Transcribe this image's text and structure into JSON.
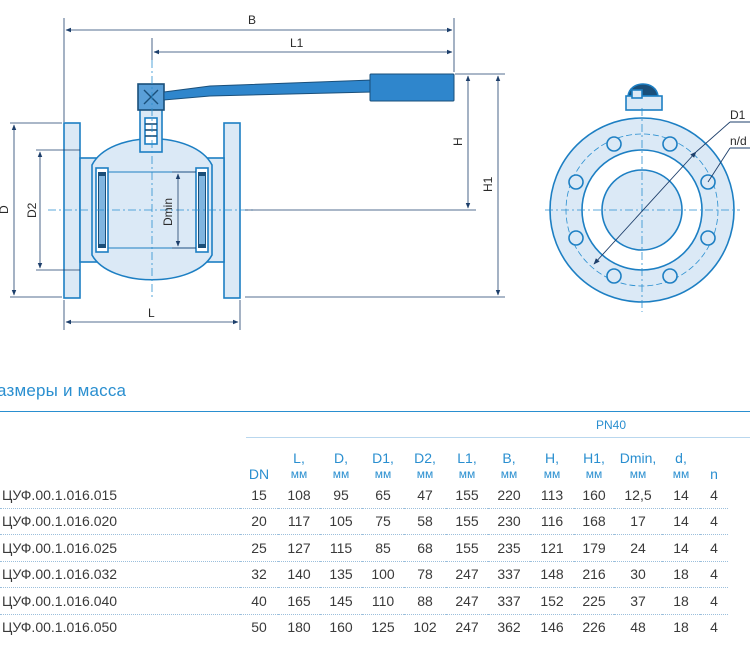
{
  "drawing": {
    "labels": {
      "B": "B",
      "L1": "L1",
      "H": "H",
      "H1": "H1",
      "D": "D",
      "D2": "D2",
      "Dmin": "Dmin",
      "L": "L",
      "D1": "D1",
      "nd": "n/d"
    },
    "colors": {
      "line": "#1d7fc3",
      "body": "#dbe9f6",
      "handle": "#2f86cc",
      "dark": "#1a4f7a",
      "axis": "#2a8fd0"
    }
  },
  "section": {
    "title": "азмеры и масса"
  },
  "table": {
    "pressure_label": "PN40",
    "headers": [
      {
        "top": "DN",
        "unit": ""
      },
      {
        "top": "L,",
        "unit": "мм"
      },
      {
        "top": "D,",
        "unit": "мм"
      },
      {
        "top": "D1,",
        "unit": "мм"
      },
      {
        "top": "D2,",
        "unit": "мм"
      },
      {
        "top": "L1,",
        "unit": "мм"
      },
      {
        "top": "B,",
        "unit": "мм"
      },
      {
        "top": "H,",
        "unit": "мм"
      },
      {
        "top": "H1,",
        "unit": "мм"
      },
      {
        "top": "Dmin,",
        "unit": "мм"
      },
      {
        "top": "d,",
        "unit": "мм"
      },
      {
        "top": "n",
        "unit": ""
      }
    ],
    "rows": [
      {
        "code": "ЦУФ.00.1.016.015",
        "vals": [
          "15",
          "108",
          "95",
          "65",
          "47",
          "155",
          "220",
          "113",
          "160",
          "12,5",
          "14",
          "4"
        ]
      },
      {
        "code": "ЦУФ.00.1.016.020",
        "vals": [
          "20",
          "117",
          "105",
          "75",
          "58",
          "155",
          "230",
          "116",
          "168",
          "17",
          "14",
          "4"
        ]
      },
      {
        "code": "ЦУФ.00.1.016.025",
        "vals": [
          "25",
          "127",
          "115",
          "85",
          "68",
          "155",
          "235",
          "121",
          "179",
          "24",
          "14",
          "4"
        ]
      },
      {
        "code": "ЦУФ.00.1.016.032",
        "vals": [
          "32",
          "140",
          "135",
          "100",
          "78",
          "247",
          "337",
          "148",
          "216",
          "30",
          "18",
          "4"
        ]
      },
      {
        "code": "ЦУФ.00.1.016.040",
        "vals": [
          "40",
          "165",
          "145",
          "110",
          "88",
          "247",
          "337",
          "152",
          "225",
          "37",
          "18",
          "4"
        ]
      },
      {
        "code": "ЦУФ.00.1.016.050",
        "vals": [
          "50",
          "180",
          "160",
          "125",
          "102",
          "247",
          "362",
          "146",
          "226",
          "48",
          "18",
          "4"
        ]
      }
    ]
  }
}
